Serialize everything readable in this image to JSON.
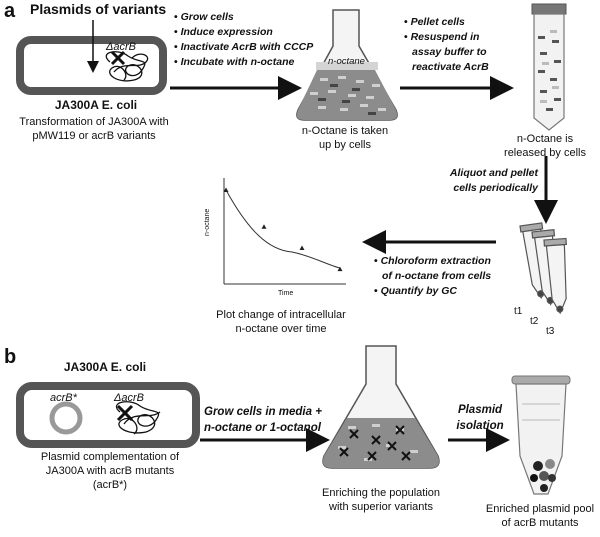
{
  "panel_a": {
    "letter": "a",
    "plasmids_label": "Plasmids of variants",
    "deletion_label": "ΔacrB",
    "strain_label": "JA300A E. coli",
    "transformation_caption": [
      "Transformation of JA300A with",
      "pMW119 or acrB variants"
    ],
    "step1_bullets": [
      "Grow cells",
      "Induce expression",
      "Inactivate AcrB with CCCP",
      "Incubate with n-octane"
    ],
    "flask_layer_label": "n-octane",
    "flask_caption": [
      "n-Octane is taken",
      "up by cells"
    ],
    "step2_bullets": [
      "Pellet cells",
      "Resuspend in",
      "assay buffer to",
      "reactivate AcrB"
    ],
    "tube_caption": [
      "n-Octane is",
      "released by cells"
    ],
    "aliquot_text": [
      "Aliquot and pellet",
      "cells periodically"
    ],
    "extraction_bullets": [
      "Chloroform extraction",
      "of n-octane from cells",
      "Quantify by GC"
    ],
    "plot_ylabel": "n-octane",
    "plot_xlabel": "Time",
    "plot_caption": [
      "Plot change of intracellular",
      "n-octane over time"
    ],
    "tube_labels": [
      "t1",
      "t2",
      "t3"
    ]
  },
  "panel_b": {
    "letter": "b",
    "strain_label": "JA300A E. coli",
    "mutant_plasmid_label": "acrB*",
    "deletion_label": "ΔacrB",
    "complementation_caption": [
      "Plasmid complementation of",
      "JA300A with acrB mutants",
      "(acrB*)"
    ],
    "grow_text": [
      "Grow cells in media +",
      "n-octane or 1-octanol"
    ],
    "flask_caption": [
      "Enriching the population",
      "with superior variants"
    ],
    "isolation_text": [
      "Plasmid",
      "isolation"
    ],
    "pool_caption": [
      "Enriched plasmid pool",
      "of acrB mutants"
    ]
  },
  "chart_data": {
    "type": "scatter",
    "xlabel": "Time",
    "ylabel": "n-octane",
    "x": [
      0,
      1,
      2,
      3
    ],
    "y": [
      1.0,
      0.6,
      0.37,
      0.14
    ],
    "trend": "exponential decay"
  },
  "colors": {
    "box_border": "#555555",
    "flask_liquid": "#8c8c8c",
    "arrow": "#111111"
  }
}
